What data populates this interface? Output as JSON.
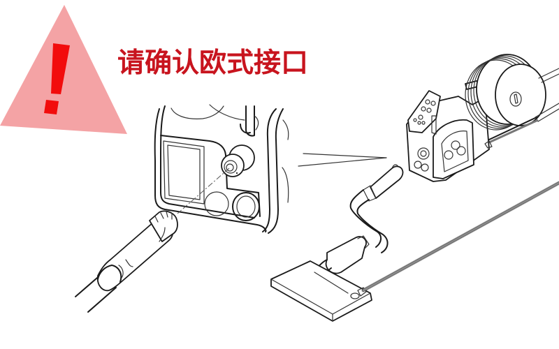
{
  "heading": {
    "text": "请确认欧式接口",
    "color": "#c8141e"
  },
  "warning": {
    "icon": "warning-triangle-icon",
    "glyph": "!",
    "triangle_color": "#f4a3a5",
    "mark_color": "#f20c0c"
  },
  "illustration": {
    "parts": [
      "welding-machine-euro-socket",
      "torch-euro-connector-plug",
      "wire-feeder-with-spool",
      "welding-torch",
      "workpiece-plate",
      "ground-cable"
    ],
    "cable_color": "#6e6e6e"
  }
}
